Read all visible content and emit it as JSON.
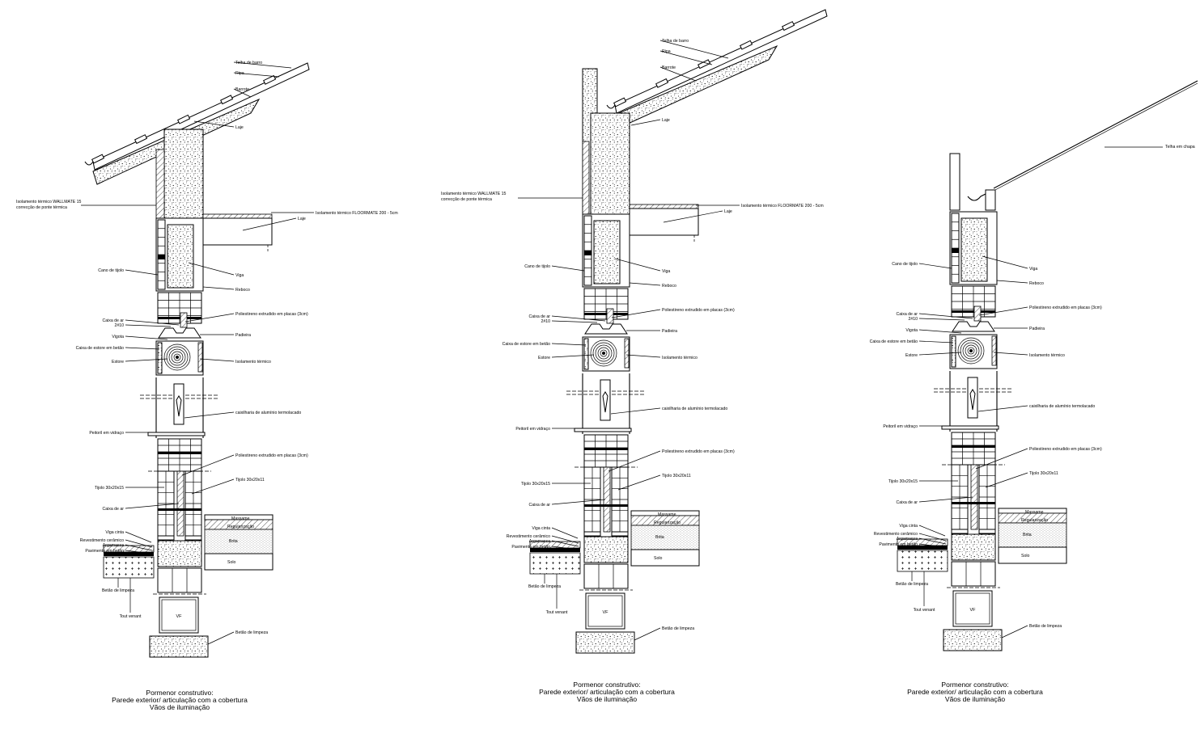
{
  "details": [
    {
      "id": "detail-1",
      "caption": [
        "Pormenor construtivo:",
        "Parede exterior/ articulação com a cobertura",
        "Vãos de iluminação"
      ],
      "labels": {
        "telha": "Telha de barro",
        "ripa": "Ripa",
        "barrote": "Barrote",
        "laje_top": "Laje",
        "isolamento_wallmate": "Isolamento térmico WALLMATE 15",
        "correcao_ponte": "correcção de ponte térmica",
        "isolamento_floormate": "Isolamento térmico FLOORMATE 200 - 5cm",
        "laje_floor": "Laje",
        "cano_tijolo": "Cano de tijolo",
        "viga": "Viga",
        "reboco": "Reboco",
        "caixa_ar_top": "Caixa de ar",
        "poliestireno_top": "Poliestireno extrudido em placas (3cm)",
        "ferro": "2#10",
        "vigota": "Vigota",
        "padieira": "Padieira",
        "caixa_estore": "Caixa de estore em betão",
        "isolamento_termico": "Isolamento térmico",
        "estore": "Estore",
        "caixilharia": "caixilharia de alumínio termolacado",
        "peitoril": "Peitoril em vidraço",
        "poliestireno_bottom": "Poliestireno extrudido em placas (3cm)",
        "tijolo_left": "Tijolo 30x20x15",
        "tijolo_right": "Tijolo 30x20x11",
        "caixa_ar_bottom": "Caixa de ar",
        "massame": "Massame",
        "regularizacao": "Regularização",
        "viga_cinta": "Viga cinta",
        "revestimento": "Revestimento cerâmico",
        "argamassa": "Argamassa",
        "pavimento": "Pavimento em betão",
        "brita": "Brita",
        "solo": "Solo",
        "betao_limpeza_left": "Betão de limpeza",
        "vf": "VF",
        "tout_venant": "Tout venant",
        "betao_limpeza_right": "Betão de limpeza"
      }
    },
    {
      "id": "detail-2",
      "caption": [
        "Pormenor construtivo:",
        "Parede exterior/ articulação com a cobertura",
        "Vãos de iluminação"
      ],
      "labels": {
        "telha": "Telha de barro",
        "ripa": "Ripa",
        "barrote": "Barrote",
        "laje_top": "Laje",
        "isolamento_wallmate": "Isolamento térmico WALLMATE 15",
        "correcao_ponte": "correcção de ponte térmica",
        "isolamento_floormate": "Isolamento térmico FLOORMATE 200 - 5cm",
        "laje_floor": "Laje",
        "cano_tijolo": "Cano de tijolo",
        "viga": "Viga",
        "reboco": "Reboco",
        "caixa_ar_top": "Caixa de ar",
        "poliestireno_top": "Poliestireno extrudido em placas (3cm)",
        "ferro": "2#10",
        "padieira": "Padieira",
        "caixa_estore": "Caixa de estore em betão",
        "isolamento_termico": "Isolamento térmico",
        "estore": "Estore",
        "caixilharia": "caixilharia de alumínio termolacado",
        "peitoril": "Peitoril em vidraço",
        "poliestireno_bottom": "Poliestireno extrudido em placas (3cm)",
        "tijolo_left": "Tijolo 30x20x15",
        "tijolo_right": "Tijolo 30x20x11",
        "caixa_ar_bottom": "Caixa de ar",
        "massame": "Massame",
        "regularizacao": "Regularização",
        "viga_cinta": "Viga cinta",
        "revestimento": "Revestimento cerâmico",
        "argamassa": "Argamassa",
        "pavimento": "Pavimento em betão",
        "brita": "Brita",
        "solo": "Solo",
        "betao_limpeza_left": "Betão de limpeza",
        "vf": "VF",
        "tout_venant": "Tout venant",
        "betao_limpeza_right": "Betão de limpeza"
      }
    },
    {
      "id": "detail-3",
      "caption": [
        "Pormenor construtivo:",
        "Parede exterior/ articulação com a cobertura",
        "Vãos de iluminação"
      ],
      "labels": {
        "telha_chapa": "Telha em chapa",
        "cano_tijolo": "Cano de tijolo",
        "viga": "Viga",
        "reboco": "Reboco",
        "caixa_ar_top": "Caixa de ar",
        "poliestireno_top": "Poliestireno extrudido em placas (3cm)",
        "ferro": "2#10",
        "vigota": "Vigota",
        "padieira": "Padieira",
        "caixa_estore": "Caixa de estore em betão",
        "isolamento_termico": "Isolamento térmico",
        "estore": "Estore",
        "caixilharia": "caixilharia de alumínio termolacado",
        "peitoril": "Peitoril em vidraço",
        "poliestireno_bottom": "Poliestireno extrudido em placas (3cm)",
        "tijolo_left": "Tijolo 30x20x15",
        "tijolo_right": "Tijolo 30x20x11",
        "caixa_ar_bottom": "Caixa de ar",
        "massame": "Massame",
        "regularizacao": "Regularização",
        "viga_cinta": "Viga cinta",
        "revestimento": "Revestimento cerâmico",
        "argamassa": "Argamassa",
        "pavimento": "Pavimento em betão",
        "brita": "Brita",
        "solo": "Solo",
        "betao_limpeza_left": "Betão de limpeza",
        "vf": "VF",
        "tout_venant": "Tout venant",
        "betao_limpeza_right": "Betão de limpeza"
      }
    }
  ]
}
